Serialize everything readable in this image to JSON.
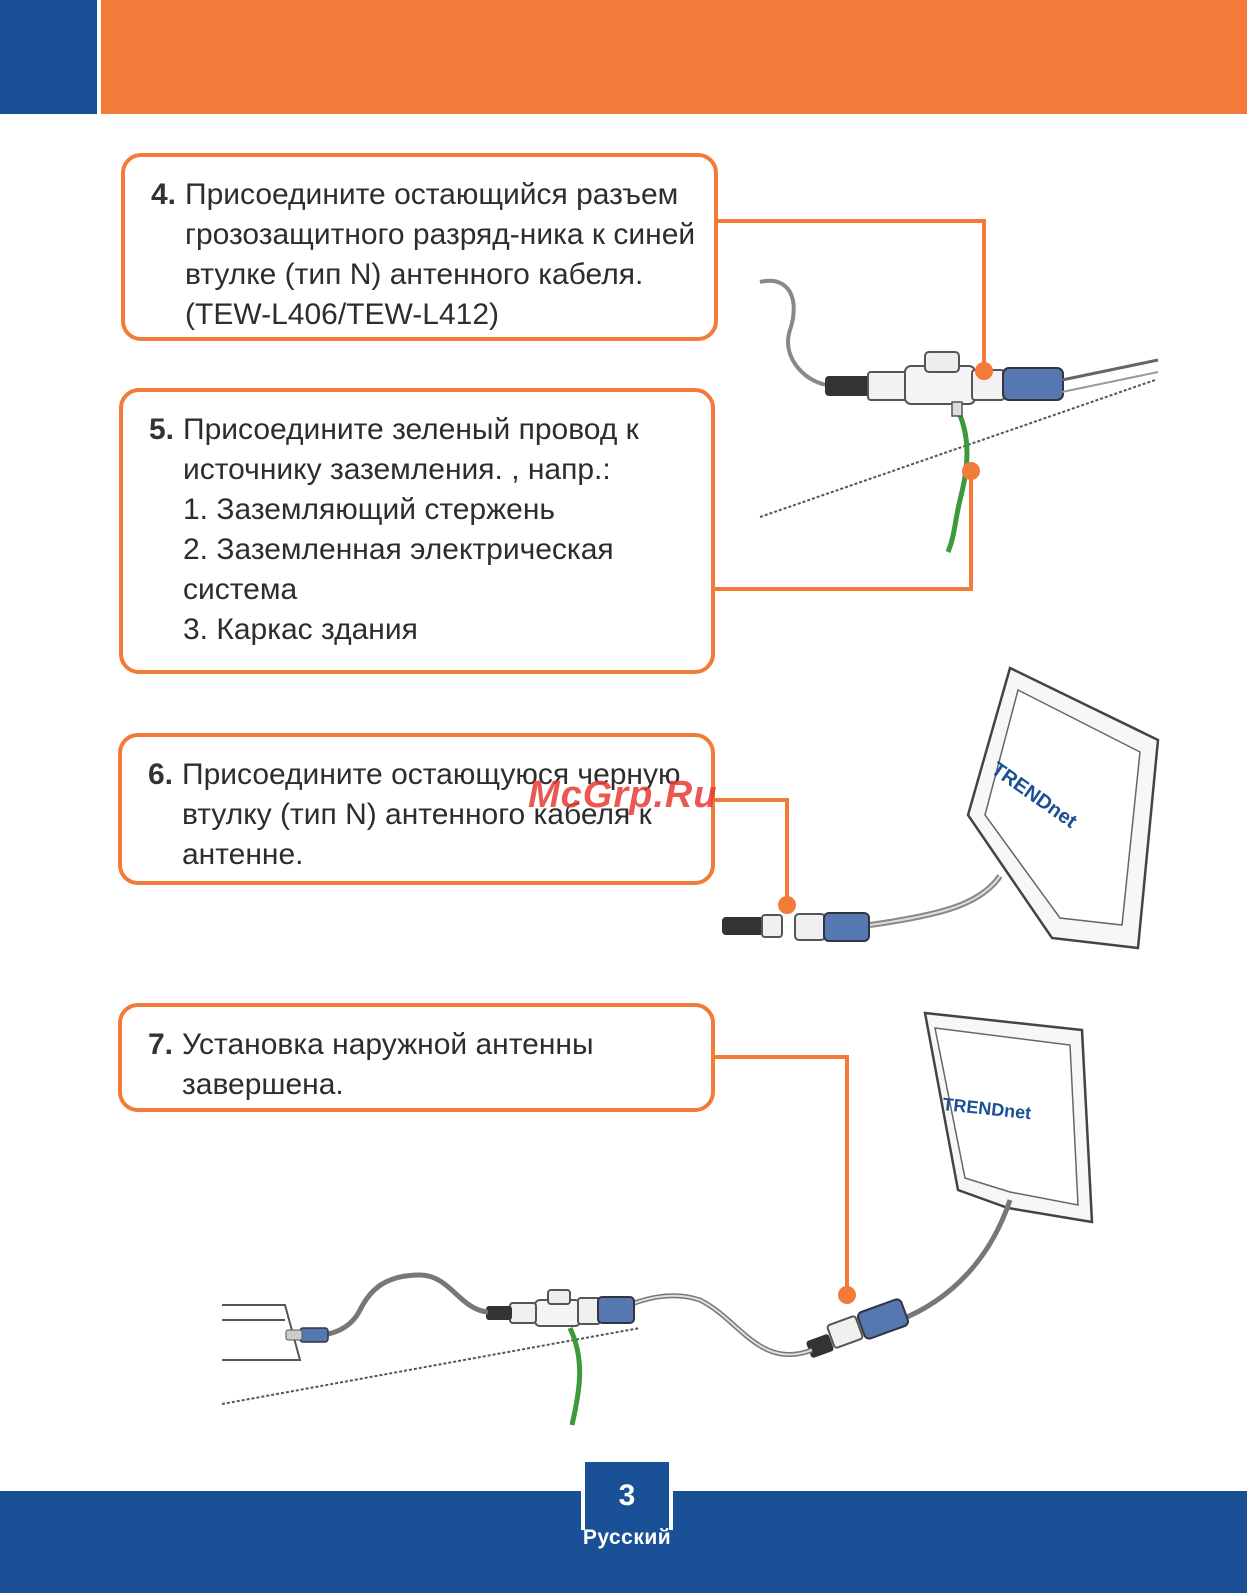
{
  "steps": {
    "s4": {
      "number": "4.",
      "lines": [
        "Присоедините остающийся разъем",
        "грозозащитного разряд-ника к синей",
        "втулке (тип N) антенного кабеля.",
        "(TEW-L406/TEW-L412)"
      ]
    },
    "s5": {
      "number": "5.",
      "lines": [
        "Присоедините зеленый провод к",
        "источнику заземления. , напр.:",
        "1. Заземляющий стержень",
        "2. Заземленная электрическая",
        "система",
        "3. Каркас здания"
      ]
    },
    "s6": {
      "number": "6.",
      "lines": [
        "Присоедините остающуюся черную",
        "втулку (тип N) антенного кабеля к",
        "антенне."
      ]
    },
    "s7": {
      "number": "7.",
      "lines": [
        "Установка наружной антенны",
        "завершена."
      ]
    }
  },
  "illustrations": {
    "brand_logo_text": "TRENDnet"
  },
  "watermark": "McGrp.Ru",
  "footer": {
    "page_number": "3",
    "language": "Русский"
  },
  "colors": {
    "accent_orange": "#f47a3a",
    "brand_blue": "#1a5096",
    "ground_wire_green": "#3c9a3c"
  }
}
